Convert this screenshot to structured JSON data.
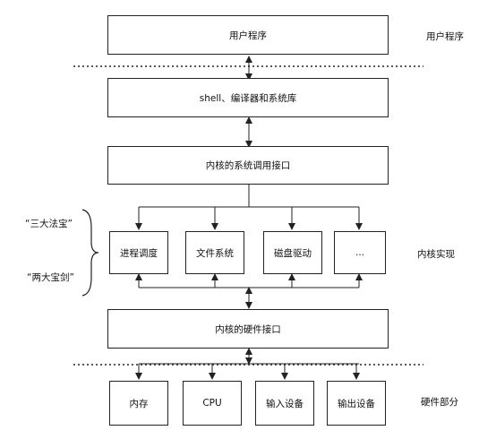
{
  "layers": {
    "user_programs": "用户程序",
    "shell_libs": "shell、编译器和系统库",
    "syscall_interface": "内核的系统调用接口",
    "hardware_interface": "内核的硬件接口"
  },
  "kernel_modules": [
    "进程调度",
    "文件系统",
    "磁盘驱动",
    "..."
  ],
  "hardware_devices": [
    "内存",
    "CPU",
    "输入设备",
    "输出设备"
  ],
  "side_labels": {
    "user": "用户程序",
    "kernel": "内核实现",
    "hardware": "硬件部分",
    "treasures_three": "“三大法宝”",
    "treasures_two": "“两大宝剑”"
  }
}
